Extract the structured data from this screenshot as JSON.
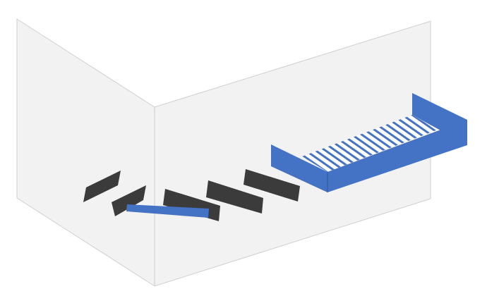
{
  "colors": {
    "background": "#ffffff",
    "wall_fill": "#f2f2f2",
    "wall_stroke": "#cfcfcf",
    "bar_dark": "#3b3b3b",
    "bar_highlight": "#4472c4",
    "box_front": "#4472c4",
    "box_inner": "#3a66b6",
    "stripe": "#4472c4",
    "stripe_bg": "#ffffff"
  },
  "scene": {
    "dark_bar_count": 5,
    "highlighted_bar_count": 1,
    "open_box_count": 1,
    "box_floor_pattern": "diagonal-stripes"
  }
}
